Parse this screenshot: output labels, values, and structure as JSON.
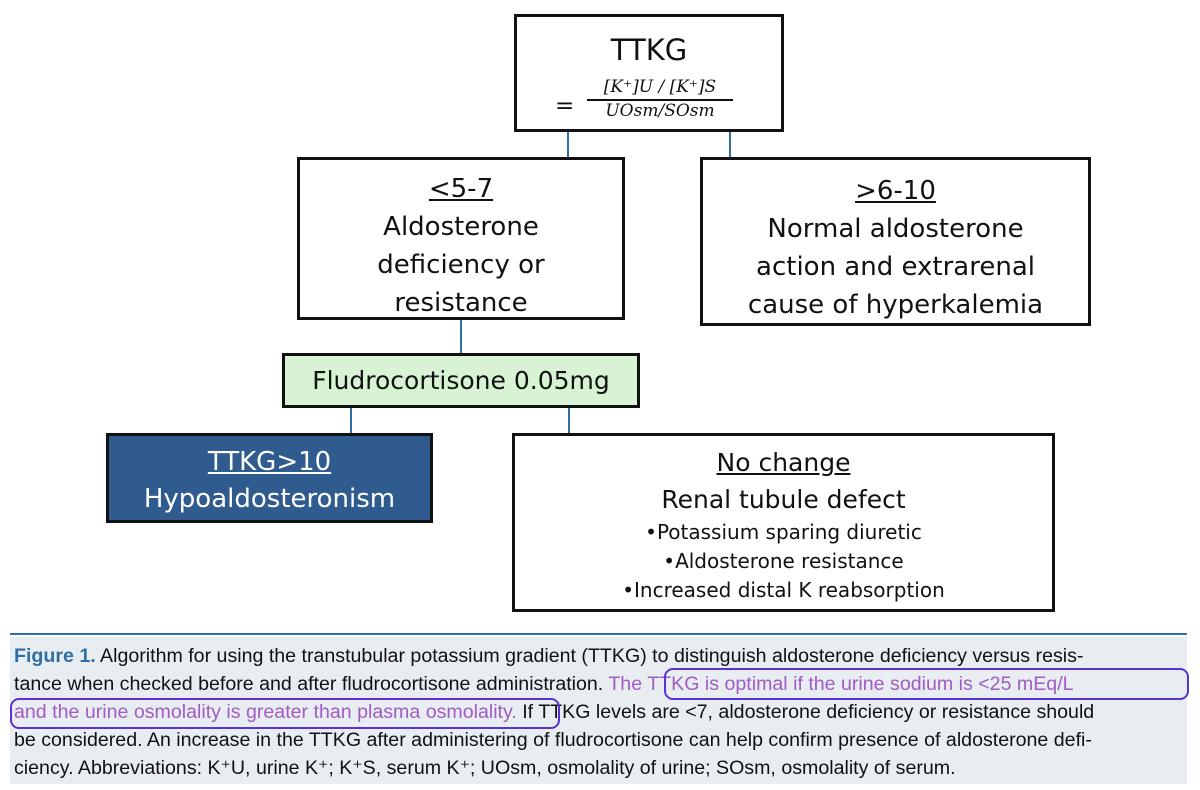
{
  "ttkg_box": {
    "title": "TTKG",
    "equals": "=",
    "numerator": "[K⁺]U / [K⁺]S",
    "denominator": "UOsm/SOsm"
  },
  "low_box": {
    "threshold": "<5-7",
    "line1": "Aldosterone",
    "line2": "deficiency or",
    "line3": "resistance"
  },
  "high_box": {
    "threshold": ">6-10",
    "line1": "Normal aldosterone",
    "line2": "action and extrarenal",
    "line3": "cause of hyperkalemia"
  },
  "fludro_box": {
    "label": "Fludrocortisone 0.05mg"
  },
  "hypo_box": {
    "threshold": "TTKG>10",
    "label": "Hypoaldosteronism"
  },
  "renal_box": {
    "heading": "No change",
    "subheading": "Renal tubule defect",
    "bullets": [
      "•Potassium sparing diuretic",
      "•Aldosterone resistance",
      "•Increased distal K reabsorption"
    ]
  },
  "caption": {
    "label": "Figure 1.",
    "text1": " Algorithm for using the transtubular potassium gradient (TTKG) to distinguish aldosterone deficiency versus resis-",
    "text2": "tance when checked before and after fludrocortisone administration. ",
    "highlight1": "The TTKG is optimal if the urine sodium is <25 mEq/L",
    "highlight2": "and the urine osmolality is greater than plasma osmolality.",
    "text3": " If TTKG levels are <7, aldosterone deficiency or resistance should",
    "text4": "be considered. An increase in the TTKG after administering of fludrocortisone can help confirm presence of aldosterone defi-",
    "text5": "ciency. Abbreviations: K⁺U, urine K⁺; K⁺S, serum K⁺; UOsm, osmolality of urine; SOsm, osmolality of serum."
  },
  "colors": {
    "connector": "#2f6fa3",
    "fludro_fill": "#d8f3d4",
    "hypo_fill": "#305b8e",
    "caption_bg": "#e8edf2",
    "caption_label": "#2f6fa3",
    "highlight_text": "#a25bc2",
    "highlight_outline": "#5a32d6"
  }
}
